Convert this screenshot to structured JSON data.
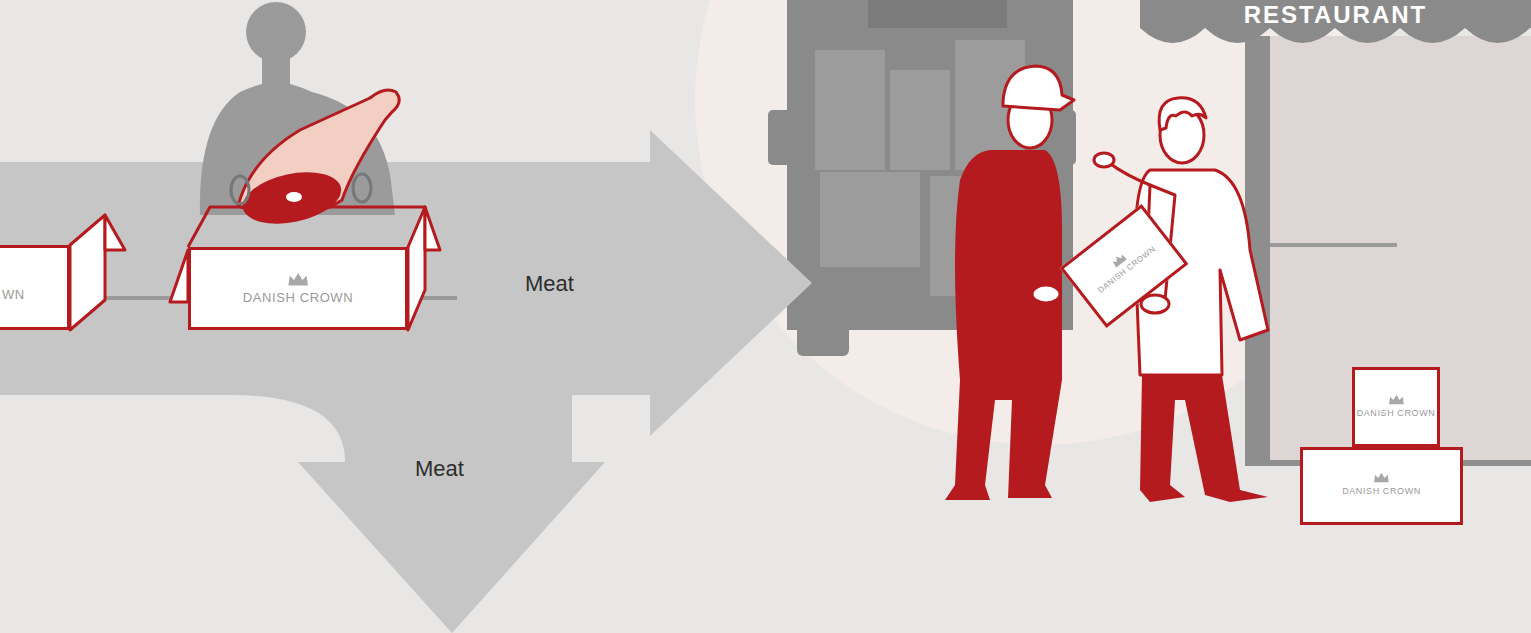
{
  "diagram": {
    "nodes": [
      {
        "text": [
          "WN"
        ]
      },
      {
        "text": [
          "DANISH CROWN"
        ]
      },
      {
        "text": [
          "Meat",
          "Meat"
        ]
      },
      {
        "text": [
          "RESTAURANT"
        ]
      },
      {
        "text": [
          "DANISH CROWN"
        ]
      },
      {
        "text": [
          "DANISH CROWN"
        ]
      },
      {
        "text": [
          "DANISH CROWN"
        ]
      }
    ]
  }
}
